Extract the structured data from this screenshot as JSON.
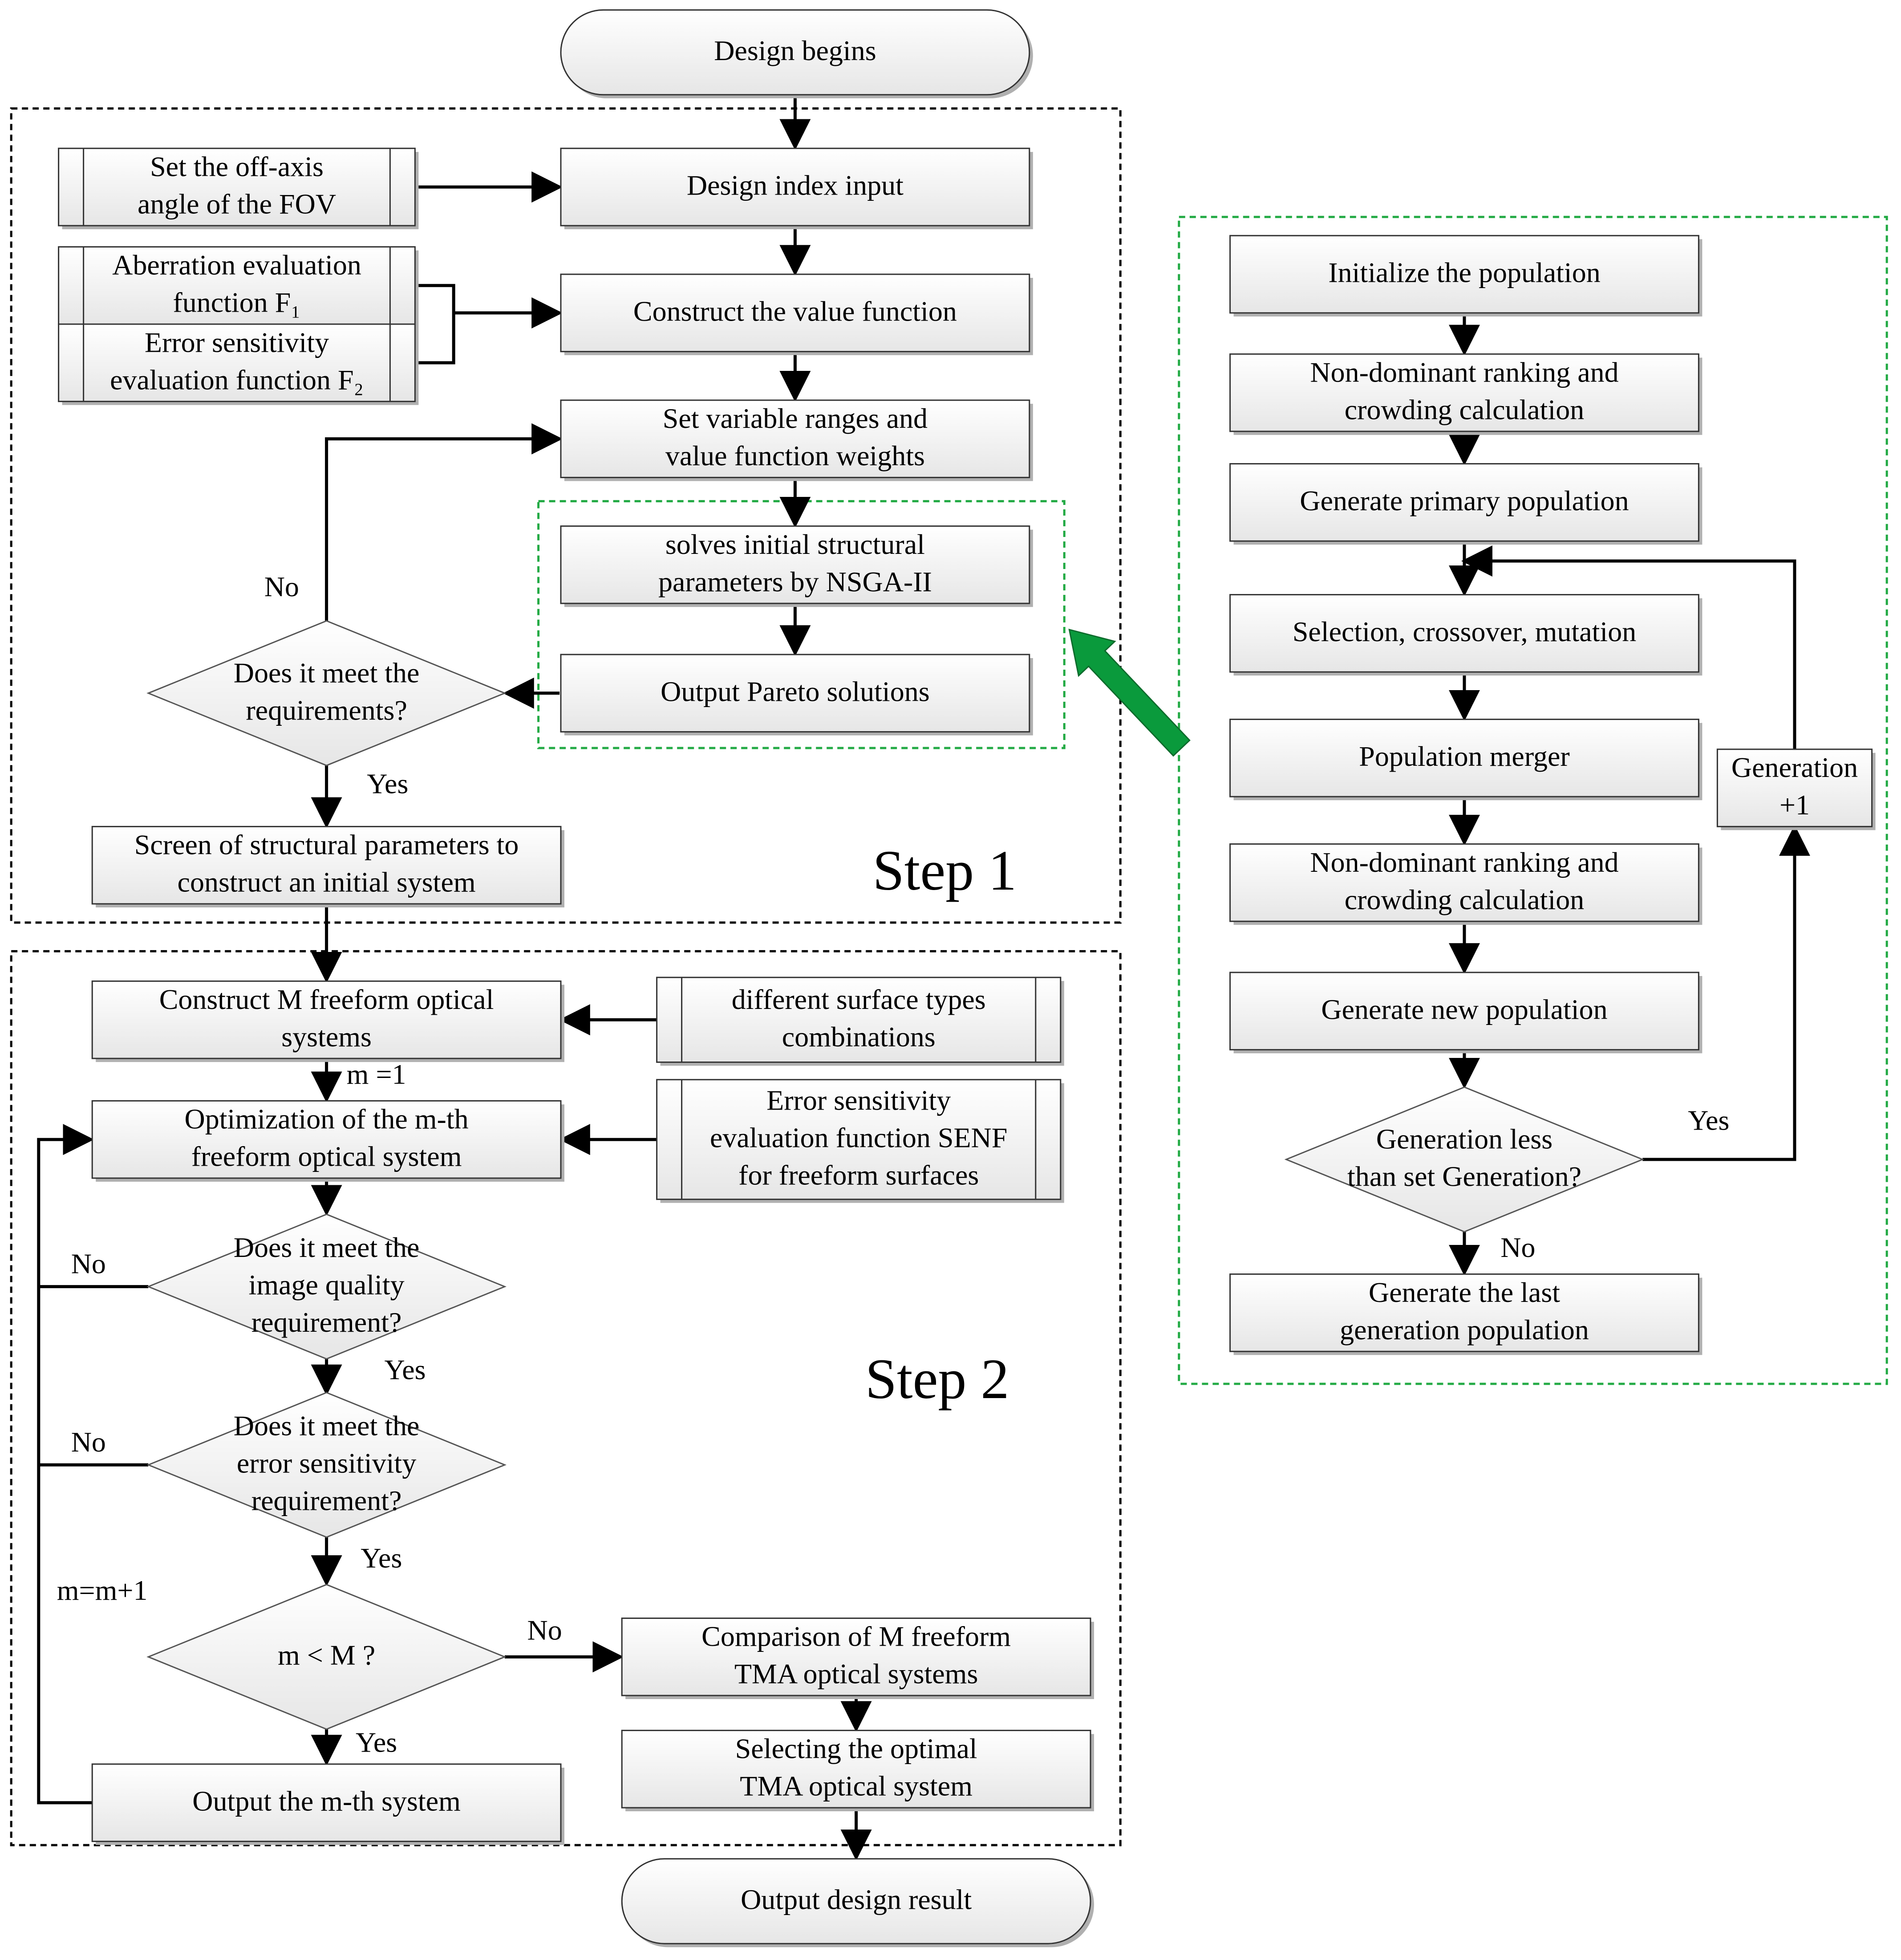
{
  "nodes": {
    "design_begins": [
      "Design begins"
    ],
    "design_index_input": [
      "Design index input"
    ],
    "set_offaxis": [
      "Set the off-axis",
      "angle of the FOV"
    ],
    "aberration": [
      "Aberration evaluation",
      "function F₁"
    ],
    "error_sens": [
      "Error sensitivity",
      "evaluation function F₂"
    ],
    "construct_value": [
      "Construct the value function"
    ],
    "set_ranges": [
      "Set variable ranges and",
      "value function weights"
    ],
    "nsga": [
      "solves initial structural",
      "parameters by NSGA-II"
    ],
    "pareto": [
      "Output  Pareto solutions"
    ],
    "meet_req": [
      "Does it meet the",
      "requirements?"
    ],
    "screen": [
      "Screen of structural parameters to",
      "construct an initial system"
    ],
    "construct_M": [
      "Construct M freeform optical",
      "systems"
    ],
    "surface_types": [
      "different surface types",
      "combinations"
    ],
    "optimization": [
      "Optimization of the m-th",
      "freeform optical system"
    ],
    "senf": [
      "Error sensitivity",
      "evaluation function SENF",
      "for freeform surfaces"
    ],
    "image_quality": [
      "Does it meet the",
      "image quality",
      "requirement?"
    ],
    "err_req": [
      "Does it meet the",
      "error sensitivity",
      "requirement?"
    ],
    "m_less_M": [
      "m < M ?"
    ],
    "output_mth": [
      "Output the m-th system"
    ],
    "comparison": [
      "Comparison of M freeform",
      "TMA optical systems"
    ],
    "selecting": [
      "Selecting the optimal",
      "TMA optical system"
    ],
    "output_result": [
      "Output design result"
    ],
    "init_pop": [
      "Initialize the population"
    ],
    "nondom1": [
      "Non-dominant ranking and",
      "crowding calculation"
    ],
    "gen_primary": [
      "Generate primary population"
    ],
    "selection": [
      "Selection, crossover, mutation"
    ],
    "merger": [
      "Population merger"
    ],
    "nondom2": [
      "Non-dominant ranking and",
      "crowding calculation"
    ],
    "gen_new": [
      "Generate new population"
    ],
    "gen_less": [
      "Generation less",
      "than set Generation?"
    ],
    "gen_last": [
      "Generate the last",
      "generation population"
    ],
    "gen_plus": [
      "Generation",
      "+1"
    ]
  },
  "labels": {
    "no_req": "No",
    "yes_req": "Yes",
    "m1": "m =1",
    "no_iq": "No",
    "yes_iq": "Yes",
    "no_es": "No",
    "yes_es": "Yes",
    "mm1": "m=m+1",
    "no_mM": "No",
    "yes_mM": "Yes",
    "yes_gen": "Yes",
    "no_gen": "No"
  },
  "steps": {
    "step1": "Step 1",
    "step2": "Step 2"
  },
  "colors": {
    "nsga_border": "#22aa44",
    "big_arrow": "#0a9a3c"
  }
}
